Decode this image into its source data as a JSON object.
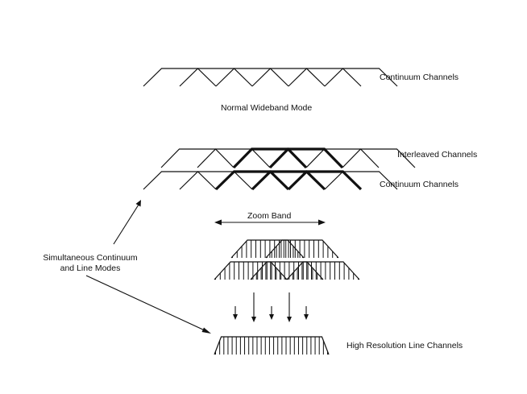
{
  "labels": {
    "continuum_top": "Continuum Channels",
    "normal_mode": "Normal Wideband Mode",
    "interleaved": "Interleaved Channels",
    "continuum_mid": "Continuum Channels",
    "zoom_band": "Zoom Band",
    "simultaneous": "Simultaneous Continuum\nand Line Modes",
    "high_res": "High Resolution Line Channels"
  },
  "colors": {
    "stroke": "#111111",
    "background": "#ffffff"
  }
}
